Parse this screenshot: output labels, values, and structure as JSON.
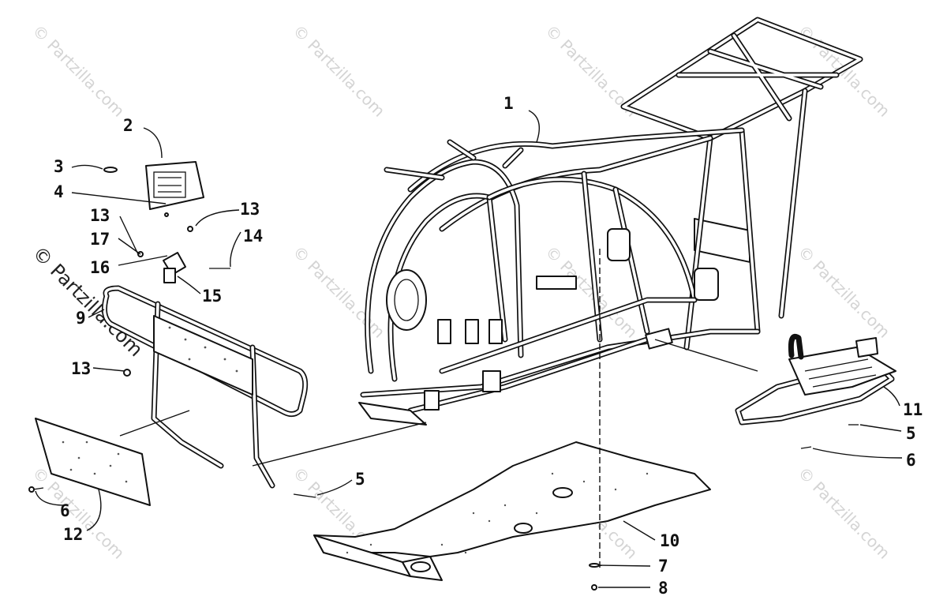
{
  "watermark": "© Partzilla.com",
  "callouts": [
    "1",
    "2",
    "3",
    "4",
    "13",
    "13",
    "14",
    "17",
    "16",
    "15",
    "9",
    "13",
    "11",
    "5",
    "6",
    "5",
    "10",
    "7",
    "8",
    "6",
    "12"
  ]
}
